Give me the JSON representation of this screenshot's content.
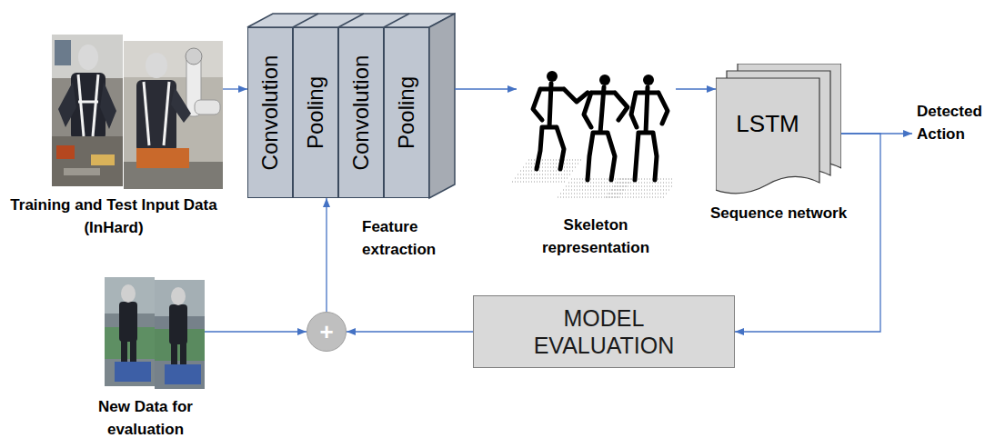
{
  "diagram": {
    "nodes": [
      {
        "text": [
          "Training and Test Input Data (InHard)"
        ]
      },
      {
        "text": [
          "Feature extraction"
        ]
      },
      {
        "text": [
          "Convolution"
        ],
        "in": 1
      },
      {
        "text": [
          "Pooling"
        ],
        "in": 1
      },
      {
        "text": [
          "Convolution"
        ],
        "in": 1
      },
      {
        "text": [
          "Pooling"
        ],
        "in": 1
      },
      {
        "text": [
          "Skeleton representation"
        ]
      },
      {
        "text": [
          "LSTM",
          "Sequence network"
        ]
      },
      {
        "text": [
          "New Data for evaluation"
        ]
      },
      {
        "text": [
          "+"
        ]
      },
      {
        "text": [
          "MODEL EVALUATION"
        ]
      }
    ],
    "edges": [
      {
        "from": 0,
        "to": 1,
        "arrow": "to"
      },
      {
        "from": 1,
        "to": 6,
        "arrow": "to"
      },
      {
        "from": 6,
        "to": 7,
        "arrow": "to"
      },
      {
        "from": 7,
        "to": 10,
        "arrow": "to"
      },
      {
        "from": 10,
        "to": 9,
        "arrow": "to"
      },
      {
        "from": 8,
        "to": 9,
        "arrow": "to"
      },
      {
        "from": 9,
        "to": 1,
        "arrow": "to"
      }
    ],
    "labels": [
      "Detected Action"
    ]
  }
}
